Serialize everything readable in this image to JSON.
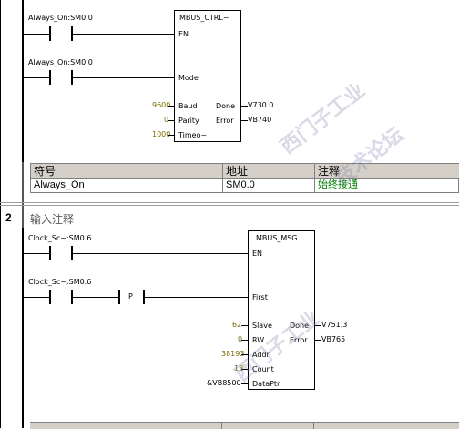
{
  "network1": {
    "contact_en": "Always_On:SM0.0",
    "contact_mode": "Always_On:SM0.0",
    "block_name": "MBUS_CTRL~",
    "pins_left": [
      "EN",
      "Mode",
      "Baud",
      "Parity",
      "Timeo~"
    ],
    "baud_value": "9600",
    "parity_value": "0",
    "timeout_value": "1000",
    "done_label": "Done",
    "done_value": "V730.0",
    "error_label": "Error",
    "error_value": "VB740",
    "symbol_table": {
      "headers": [
        "符号",
        "地址",
        "注释"
      ],
      "rows": [
        {
          "symbol": "Always_On",
          "address": "SM0.0",
          "comment": "始终接通"
        }
      ]
    }
  },
  "network2": {
    "number": "2",
    "comment_placeholder": "输入注释",
    "contact_en": "Clock_Sc~:SM0.6",
    "contact_first": "Clock_Sc~:SM0.6",
    "edge_label": "P",
    "block_name": "MBUS_MSG",
    "pins_left": [
      "EN",
      "First",
      "Slave",
      "RW",
      "Addr",
      "Count",
      "DataPtr"
    ],
    "slave_value": "62",
    "rw_value": "0",
    "addr_value": "38193",
    "count_value": "13",
    "dataptr_value": "&VB8500",
    "done_label": "Done",
    "done_value": "V751.3",
    "error_label": "Error",
    "error_value": "VB765"
  },
  "colors": {
    "param_value": "#7a6a00",
    "comment_green": "#008000",
    "table_header": "#d4d0c8"
  }
}
